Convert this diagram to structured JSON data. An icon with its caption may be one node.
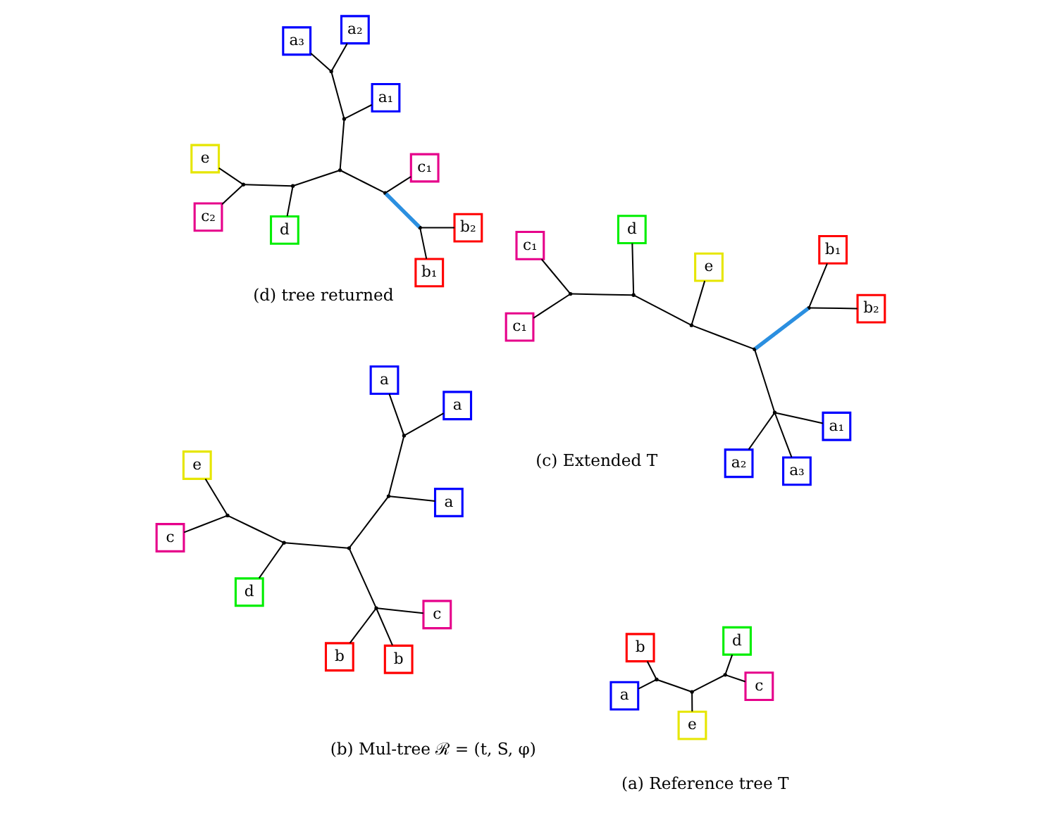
{
  "diagram": {
    "nodes": [
      {
        "text": [
          "a"
        ]
      },
      {
        "text": [
          "b"
        ]
      },
      {
        "text": [
          "e"
        ]
      },
      {
        "text": [
          "d"
        ]
      },
      {
        "text": [
          "c"
        ]
      },
      {
        "text": [],
        "shape": "point"
      },
      {
        "text": [],
        "shape": "point"
      },
      {
        "text": [],
        "shape": "point"
      },
      {
        "text": [
          "b"
        ]
      },
      {
        "text": [
          "c"
        ]
      },
      {
        "text": [
          "b"
        ]
      },
      {
        "text": [
          "a"
        ]
      },
      {
        "text": [
          "e"
        ]
      },
      {
        "text": [
          "a"
        ]
      },
      {
        "text": [
          "c"
        ]
      },
      {
        "text": [
          "a"
        ]
      },
      {
        "text": [
          "d"
        ]
      },
      {
        "text": [],
        "shape": "point"
      },
      {
        "text": [],
        "shape": "point"
      },
      {
        "text": [],
        "shape": "point"
      },
      {
        "text": [],
        "shape": "point"
      },
      {
        "text": [],
        "shape": "point"
      },
      {
        "text": [],
        "shape": "point"
      },
      {
        "text": [
          "a₂"
        ]
      },
      {
        "text": [
          "a₁"
        ]
      },
      {
        "text": [
          "a₃"
        ]
      },
      {
        "text": [
          "e"
        ]
      },
      {
        "text": [
          "d"
        ]
      },
      {
        "text": [
          "b₁"
        ]
      },
      {
        "text": [
          "c₁"
        ]
      },
      {
        "text": [
          "b₂"
        ]
      },
      {
        "text": [
          "c₁"
        ]
      },
      {
        "text": [],
        "shape": "point"
      },
      {
        "text": [],
        "shape": "point"
      },
      {
        "text": [],
        "shape": "point"
      },
      {
        "text": [],
        "shape": "point"
      },
      {
        "text": [],
        "shape": "point"
      },
      {
        "text": [],
        "shape": "point"
      },
      {
        "text": [
          "b₁"
        ]
      },
      {
        "text": [
          "b₂"
        ]
      },
      {
        "text": [
          "a₃"
        ]
      },
      {
        "text": [
          "e"
        ]
      },
      {
        "text": [
          "c₁"
        ]
      },
      {
        "text": [
          "a₂"
        ]
      },
      {
        "text": [
          "c₂"
        ]
      },
      {
        "text": [
          "a₁"
        ]
      },
      {
        "text": [
          "d"
        ]
      },
      {
        "text": [],
        "shape": "point"
      },
      {
        "text": [],
        "shape": "point"
      },
      {
        "text": [],
        "shape": "point"
      },
      {
        "text": [],
        "shape": "point"
      },
      {
        "text": [],
        "shape": "point"
      },
      {
        "text": [],
        "shape": "point"
      },
      {
        "text": [],
        "shape": "point"
      }
    ],
    "edges": [
      {
        "from": 0,
        "to": 5,
        "arrow": "none"
      },
      {
        "from": 1,
        "to": 5,
        "arrow": "none"
      },
      {
        "from": 5,
        "to": 6,
        "arrow": "none"
      },
      {
        "from": 2,
        "to": 6,
        "arrow": "none"
      },
      {
        "from": 6,
        "to": 7,
        "arrow": "none"
      },
      {
        "from": 3,
        "to": 7,
        "arrow": "none"
      },
      {
        "from": 4,
        "to": 7,
        "arrow": "none"
      },
      {
        "from": 8,
        "to": 17,
        "arrow": "none"
      },
      {
        "from": 9,
        "to": 17,
        "arrow": "none"
      },
      {
        "from": 10,
        "to": 17,
        "arrow": "none"
      },
      {
        "from": 17,
        "to": 21,
        "arrow": "none"
      },
      {
        "from": 11,
        "to": 18,
        "arrow": "none"
      },
      {
        "from": 13,
        "to": 18,
        "arrow": "none"
      },
      {
        "from": 18,
        "to": 20,
        "arrow": "none"
      },
      {
        "from": 15,
        "to": 20,
        "arrow": "none"
      },
      {
        "from": 20,
        "to": 21,
        "arrow": "none"
      },
      {
        "from": 21,
        "to": 22,
        "arrow": "none"
      },
      {
        "from": 12,
        "to": 19,
        "arrow": "none"
      },
      {
        "from": 14,
        "to": 19,
        "arrow": "none"
      },
      {
        "from": 19,
        "to": 22,
        "arrow": "none"
      },
      {
        "from": 16,
        "to": 22,
        "arrow": "none"
      },
      {
        "from": 23,
        "to": 32,
        "arrow": "none"
      },
      {
        "from": 24,
        "to": 32,
        "arrow": "none"
      },
      {
        "from": 25,
        "to": 32,
        "arrow": "none"
      },
      {
        "from": 32,
        "to": 33,
        "arrow": "none"
      },
      {
        "from": 33,
        "to": 36,
        "arrow": "none",
        "style": "thick",
        "color": "#2b8fe0"
      },
      {
        "from": 28,
        "to": 36,
        "arrow": "none"
      },
      {
        "from": 30,
        "to": 36,
        "arrow": "none"
      },
      {
        "from": 33,
        "to": 34,
        "arrow": "none"
      },
      {
        "from": 26,
        "to": 34,
        "arrow": "none"
      },
      {
        "from": 34,
        "to": 35,
        "arrow": "none"
      },
      {
        "from": 27,
        "to": 35,
        "arrow": "none"
      },
      {
        "from": 35,
        "to": 37,
        "arrow": "none"
      },
      {
        "from": 29,
        "to": 37,
        "arrow": "none"
      },
      {
        "from": 31,
        "to": 37,
        "arrow": "none"
      },
      {
        "from": 38,
        "to": 47,
        "arrow": "none"
      },
      {
        "from": 39,
        "to": 47,
        "arrow": "none"
      },
      {
        "from": 47,
        "to": 48,
        "arrow": "none",
        "style": "thick",
        "color": "#2b8fe0"
      },
      {
        "from": 42,
        "to": 48,
        "arrow": "none"
      },
      {
        "from": 48,
        "to": 52,
        "arrow": "none"
      },
      {
        "from": 40,
        "to": 49,
        "arrow": "none"
      },
      {
        "from": 43,
        "to": 49,
        "arrow": "none"
      },
      {
        "from": 49,
        "to": 51,
        "arrow": "none"
      },
      {
        "from": 45,
        "to": 51,
        "arrow": "none"
      },
      {
        "from": 51,
        "to": 52,
        "arrow": "none"
      },
      {
        "from": 52,
        "to": 53,
        "arrow": "none"
      },
      {
        "from": 41,
        "to": 50,
        "arrow": "none"
      },
      {
        "from": 44,
        "to": 50,
        "arrow": "none"
      },
      {
        "from": 50,
        "to": 53,
        "arrow": "none"
      },
      {
        "from": 46,
        "to": 53,
        "arrow": "none"
      }
    ],
    "labels": [
      "(a) Reference tree T",
      "(b) Mul-tree ℛ = (t, S, φ)",
      "(c) Extended T",
      "(d) tree returned"
    ]
  }
}
